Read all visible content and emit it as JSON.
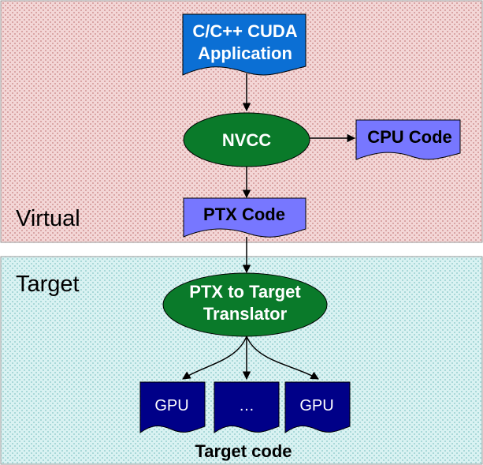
{
  "regions": {
    "virtual_label": "Virtual",
    "target_label": "Target"
  },
  "nodes": {
    "app_line1": "C/C++ CUDA",
    "app_line2": "Application",
    "nvcc": "NVCC",
    "cpu_code": "CPU Code",
    "ptx_code": "PTX Code",
    "translator_line1": "PTX to Target",
    "translator_line2": "Translator",
    "gpu_left": "GPU",
    "ellipsis": "…",
    "gpu_right": "GPU",
    "target_code": "Target code"
  },
  "colors": {
    "virtual_bg": "#f3d6d6",
    "virtual_pattern": "#d9a5a5",
    "target_bg": "#d9f2f2",
    "target_pattern": "#a9d8d8",
    "app_fill": "#0b6fd4",
    "ellipse_fill": "#0a7a2a",
    "code_fill": "#7777ff",
    "gpu_fill": "#000088",
    "text_light": "#ffffff",
    "text_dark": "#000000"
  }
}
